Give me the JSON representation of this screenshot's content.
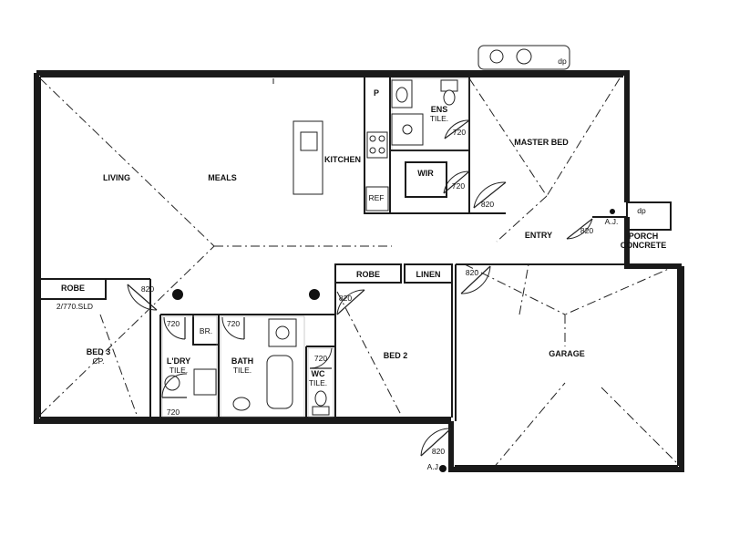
{
  "rooms": {
    "living": "LIVING",
    "meals": "MEALS",
    "kitchen": "KITCHEN",
    "pantry": "P",
    "ref": "REF",
    "ens": "ENS",
    "ens_tile": "TILE.",
    "wir": "WIR",
    "master_bed": "MASTER BED",
    "entry": "ENTRY",
    "porch": "PORCH",
    "porch_concrete": "CONCRETE",
    "aj_porch": "A.J.",
    "dp_porch": "dp",
    "dp_top": "dp",
    "robe_bed3": "ROBE",
    "robe_bed3_door": "2/770.SLD",
    "robe_bed2": "ROBE",
    "linen": "LINEN",
    "bed3": "BED 3",
    "bed3_cp": "CP.",
    "laundry": "L'DRY",
    "laundry_tile": "TILE.",
    "linen_cupboard": "BR.",
    "bath": "BATH",
    "bath_tile": "TILE.",
    "wc": "WC",
    "wc_tile": "TILE.",
    "bed2": "BED 2",
    "garage": "GARAGE",
    "aj_bottom": "A.J."
  },
  "doors": {
    "ens": "720",
    "wir": "720",
    "master": "820",
    "entry": "820",
    "garage_inner": "820",
    "bed3": "820",
    "bed2": "820",
    "laundry": "720",
    "bath": "720",
    "wc": "720",
    "laundry_ext": "720",
    "garage_side": "820"
  }
}
